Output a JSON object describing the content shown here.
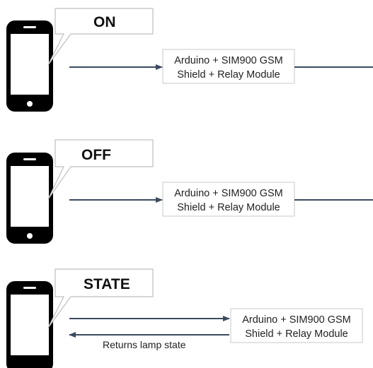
{
  "rows": [
    {
      "command": "ON",
      "box_line1": "Arduino + SIM900 GSM",
      "box_line2": "Shield + Relay Module"
    },
    {
      "command": "OFF",
      "box_line1": "Arduino + SIM900 GSM",
      "box_line2": "Shield + Relay Module"
    },
    {
      "command": "STATE",
      "box_line1": "Arduino + SIM900 GSM",
      "box_line2": "Shield + Relay Module",
      "return_label": "Returns lamp state"
    }
  ],
  "colors": {
    "phone": "#000000",
    "arrow": "#3b4a5e",
    "bubble_stroke": "#bfbfbf",
    "box_stroke": "#c8c8c8"
  },
  "icons": [
    "smartphone-icon",
    "speech-bubble",
    "arrow-right",
    "arrow-left"
  ]
}
